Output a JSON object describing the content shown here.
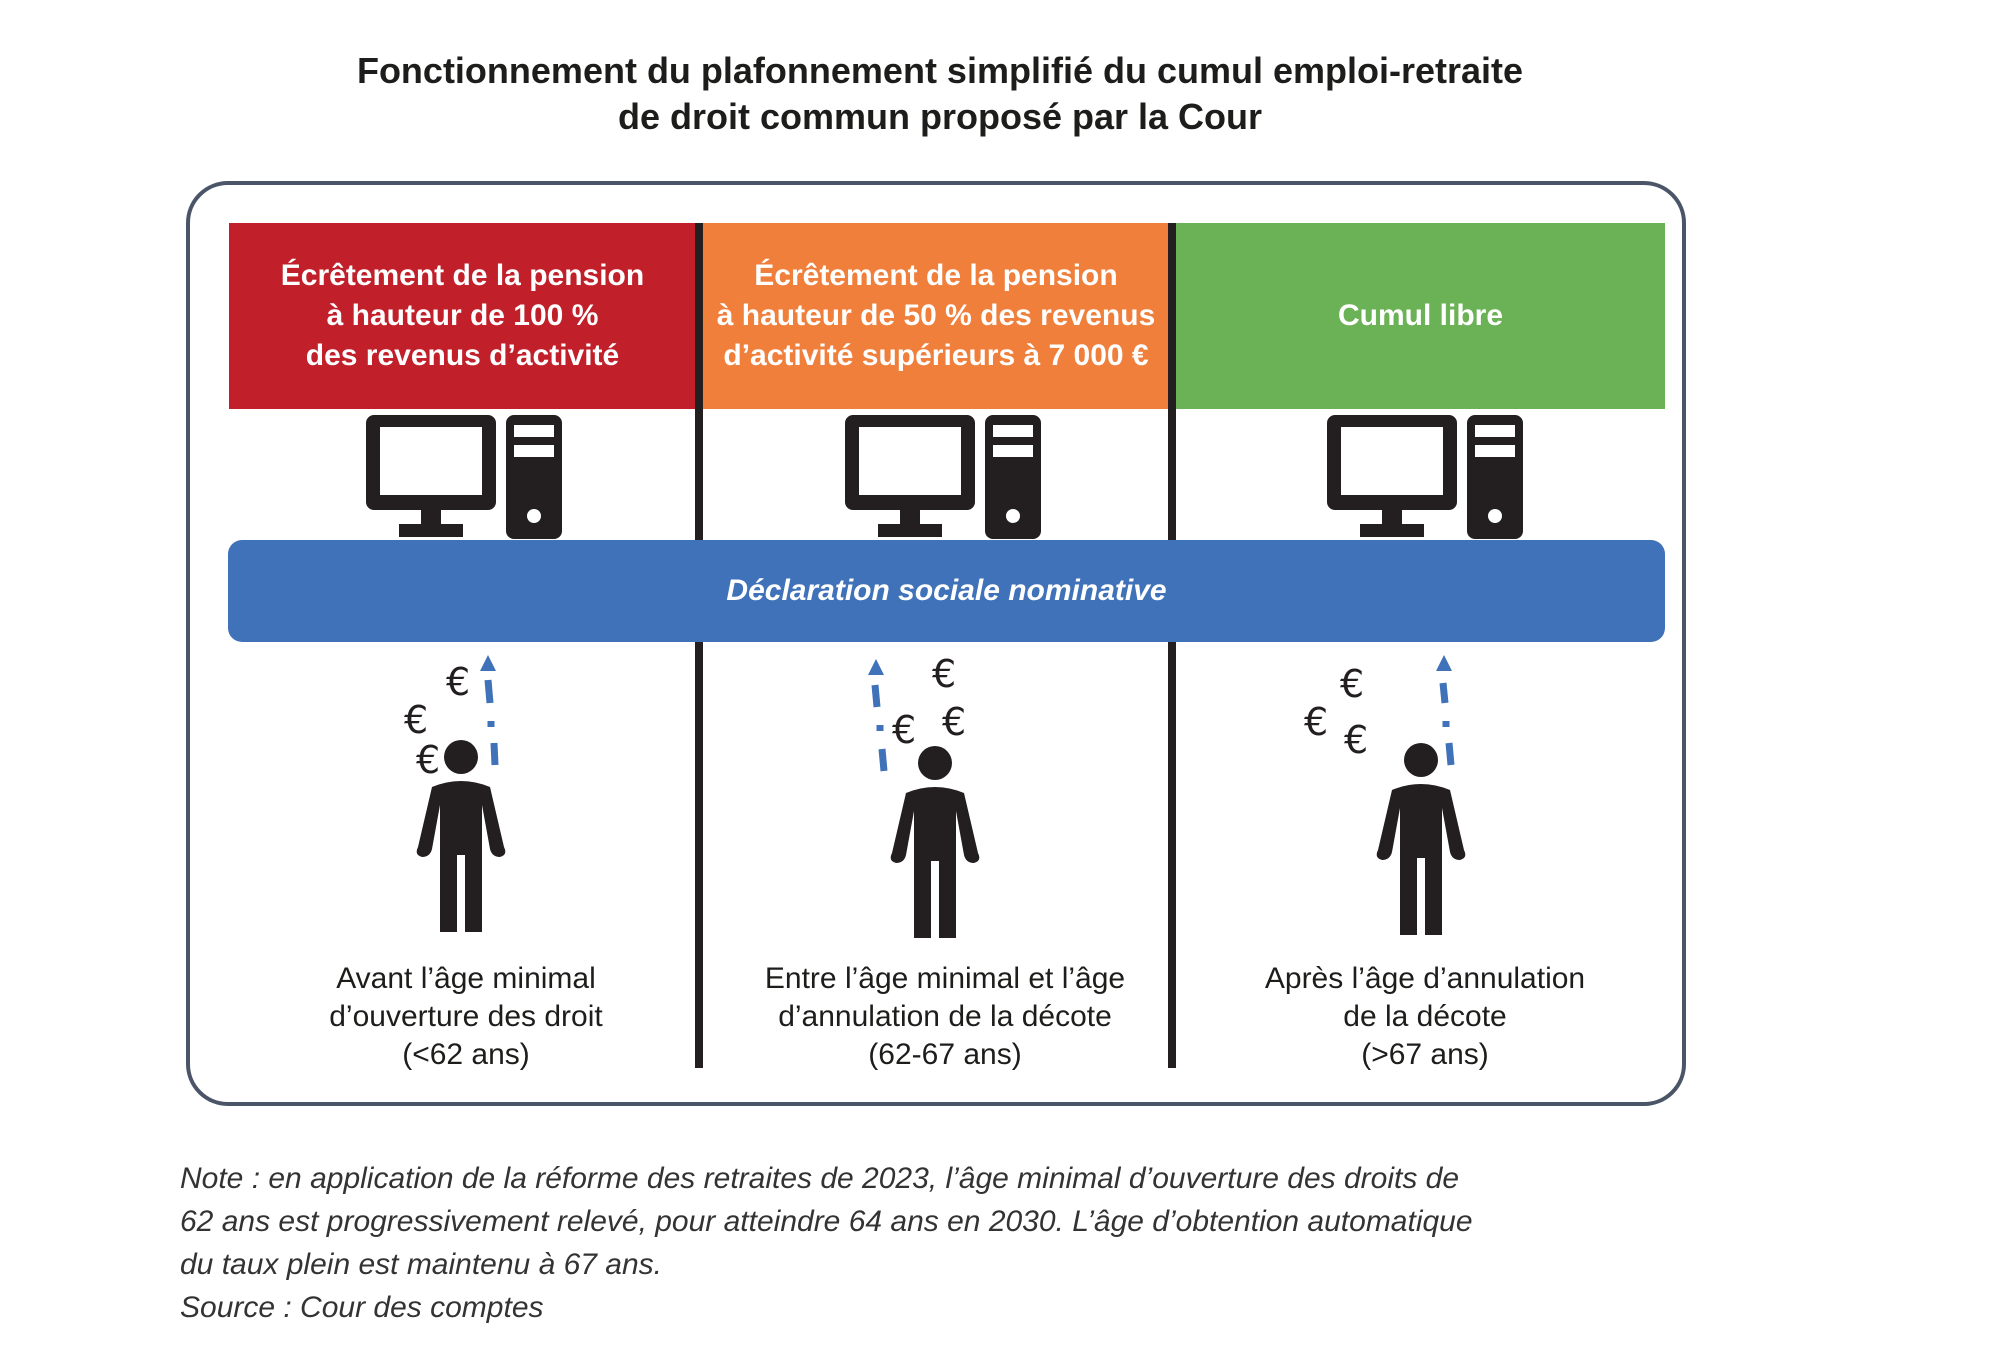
{
  "title": {
    "line1": "Fonctionnement du plafonnement simplifié du cumul emploi-retraite",
    "line2": "de droit commun proposé par la Cour"
  },
  "colors": {
    "red": "#c1202a",
    "orange": "#f07f3c",
    "green": "#6ab255",
    "blue": "#3f72b8",
    "dark": "#231f20",
    "panel_border": "#4a5568"
  },
  "columns": [
    {
      "header": [
        "Écrêtement de la pension",
        "à hauteur de 100 %",
        "des revenus d’activité"
      ],
      "icon": "computer-icon",
      "person_icon": "person-icon",
      "euro_count": 3,
      "age_label": [
        "Avant l’âge minimal",
        "d’ouverture des droit",
        "(<62 ans)"
      ]
    },
    {
      "header": [
        "Écrêtement de la pension",
        "à hauteur de 50 % des revenus",
        "d’activité supérieurs à 7 000 €"
      ],
      "icon": "computer-icon",
      "person_icon": "person-icon",
      "euro_count": 3,
      "age_label": [
        "Entre l’âge minimal et l’âge",
        "d’annulation de la décote",
        "(62-67 ans)"
      ]
    },
    {
      "header": [
        "Cumul libre"
      ],
      "icon": "computer-icon",
      "person_icon": "person-icon",
      "euro_count": 3,
      "age_label": [
        "Après l’âge d’annulation",
        "de la décote",
        "(>67 ans)"
      ]
    }
  ],
  "dsn_bar": {
    "label": "Déclaration sociale nominative"
  },
  "euro_symbol": "€",
  "footnote": {
    "lines": [
      "Note : en application de la réforme des retraites de 2023, l’âge minimal d’ouverture des droits de",
      "62 ans est progressivement relevé, pour atteindre 64 ans en 2030. L’âge d’obtention automatique",
      "du taux plein est maintenu à 67 ans."
    ],
    "source": "Source : Cour des comptes"
  }
}
